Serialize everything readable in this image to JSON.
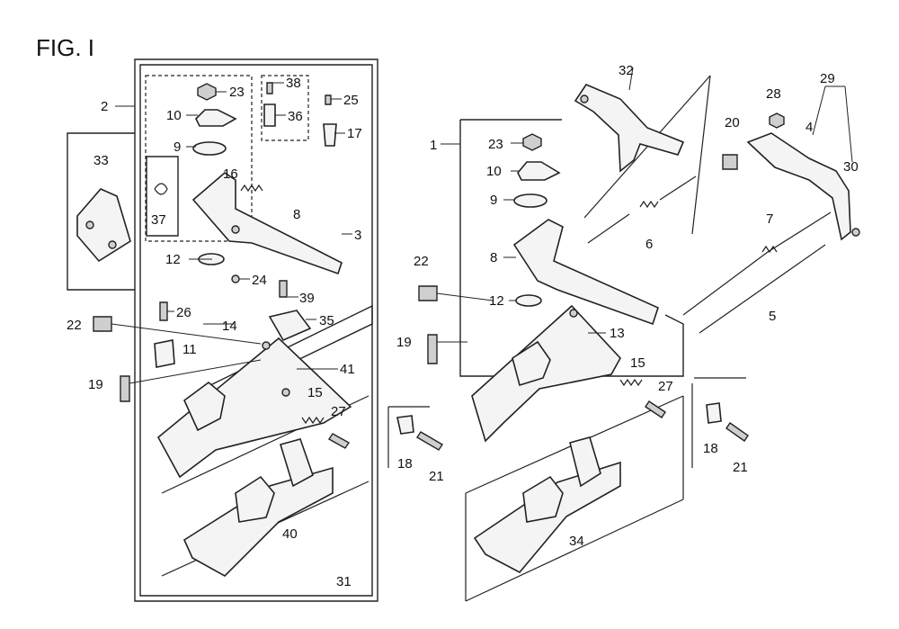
{
  "figure": {
    "title": "FIG. I"
  },
  "callouts": {
    "c1": "1",
    "c2": "2",
    "c3": "3",
    "c4": "4",
    "c5": "5",
    "c6": "6",
    "c7": "7",
    "c8": "8",
    "c9": "9",
    "c10": "10",
    "c11": "11",
    "c12": "12",
    "c13": "13",
    "c14": "14",
    "c15": "15",
    "c16": "16",
    "c17": "17",
    "c18": "18",
    "c19": "19",
    "c20": "20",
    "c21": "21",
    "c22": "22",
    "c23": "23",
    "c24": "24",
    "c25": "25",
    "c26": "26",
    "c27": "27",
    "c28": "28",
    "c29": "29",
    "c30": "30",
    "c31": "31",
    "c32": "32",
    "c33": "33",
    "c34": "34",
    "c35": "35",
    "c36": "36",
    "c37": "37",
    "c38": "38",
    "c39": "39",
    "c40": "40",
    "c41": "41"
  }
}
